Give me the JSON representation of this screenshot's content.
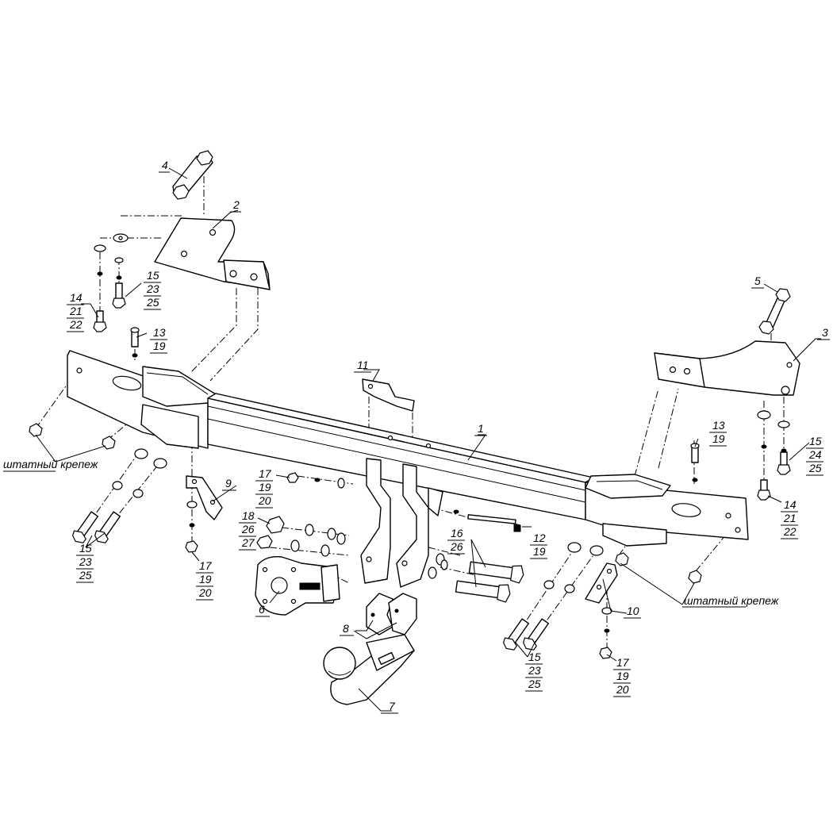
{
  "drawing": {
    "background": "#ffffff",
    "line_color": "#000000",
    "stock_fasteners_label": "штатный крепеж"
  },
  "callouts": {
    "p1": "1",
    "p2": "2",
    "p3": "3",
    "p4": "4",
    "p5": "5",
    "p6": "6",
    "p7": "7",
    "p8": "8",
    "p9": "9",
    "p10": "10",
    "p11": "11",
    "g12": [
      "12",
      "19"
    ],
    "g13l": [
      "13",
      "19"
    ],
    "g13r": [
      "13",
      "19"
    ],
    "g14l": [
      "14",
      "21",
      "22"
    ],
    "g14r": [
      "14",
      "21",
      "22"
    ],
    "g15a": [
      "15",
      "23",
      "25"
    ],
    "g15b": [
      "15",
      "23",
      "25"
    ],
    "g15c": [
      "15",
      "23",
      "25"
    ],
    "g15d": [
      "15",
      "24",
      "25"
    ],
    "g16": [
      "16",
      "26"
    ],
    "g17a": [
      "17",
      "19",
      "20"
    ],
    "g17b": [
      "17",
      "19",
      "20"
    ],
    "g17c": [
      "17",
      "19",
      "20"
    ],
    "g18": [
      "18",
      "26",
      "27"
    ]
  }
}
